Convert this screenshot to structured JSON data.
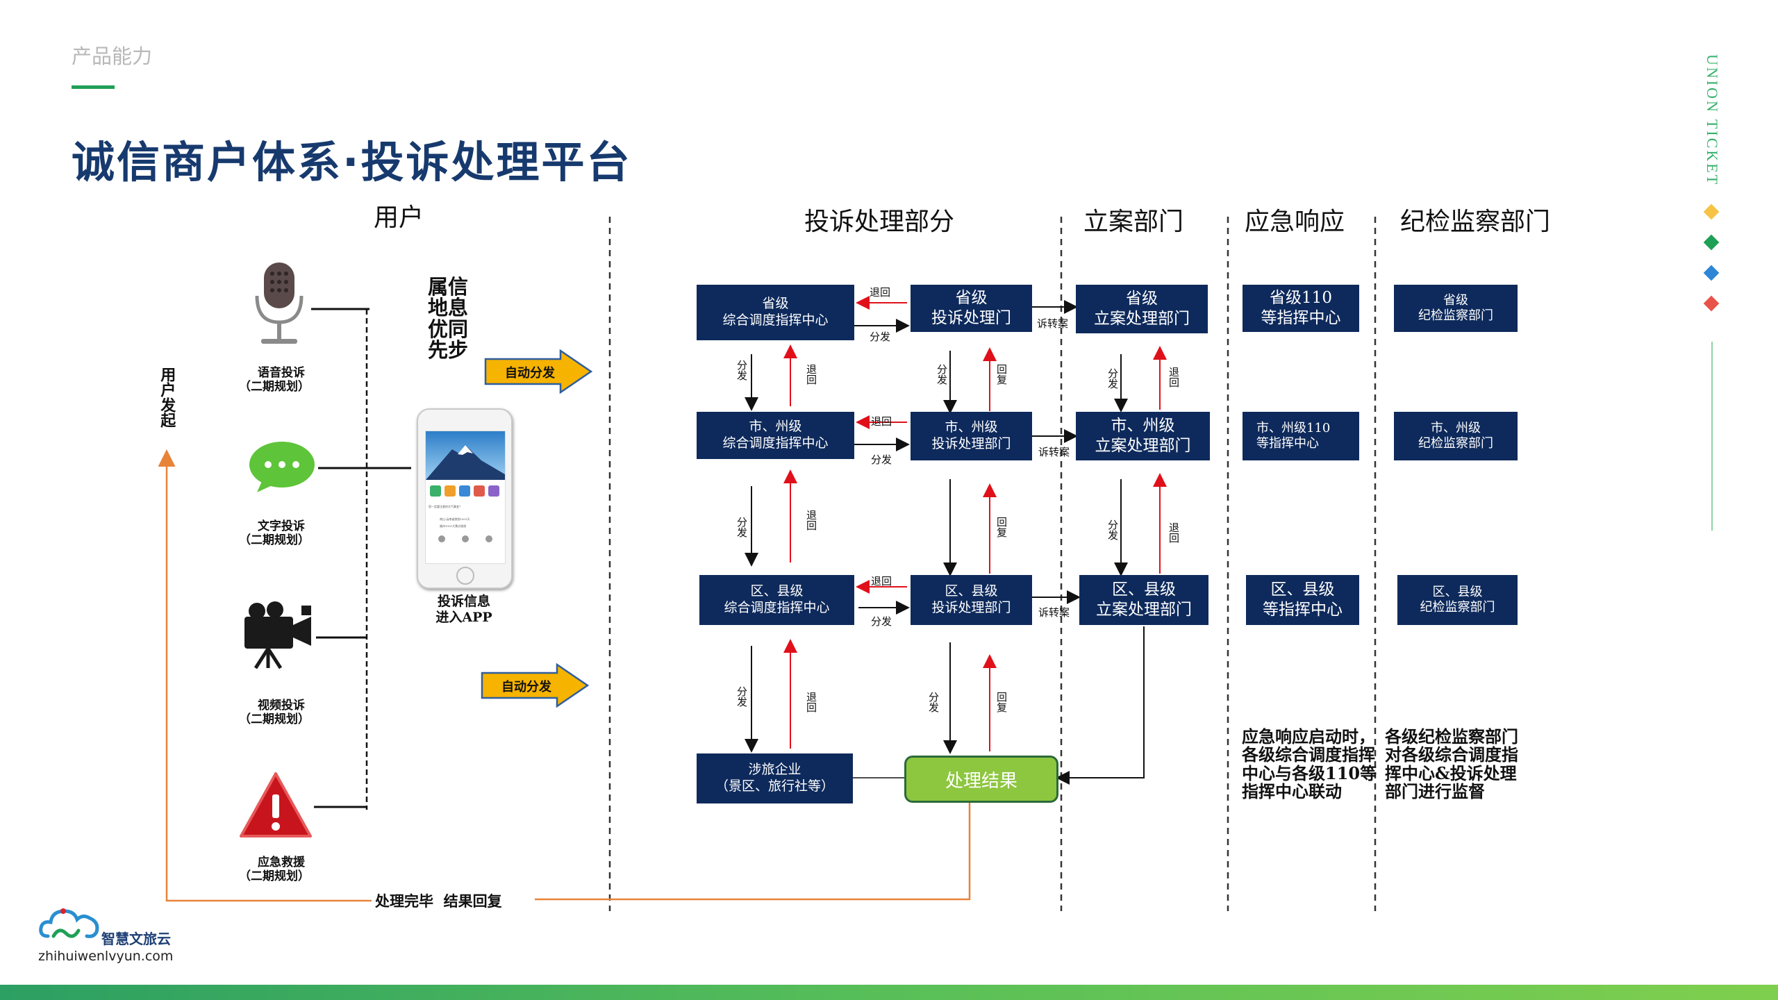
{
  "header": {
    "category": "产品能力",
    "title": "诚信商户体系·投诉处理平台",
    "side_text": "UNION TICKET"
  },
  "colors": {
    "accent": "#1fa057",
    "title": "#173a6e",
    "box": "#0e2a5c",
    "result_green": "#8dc63f",
    "orange_line": "#e8833a",
    "arrow_gold": "#f6b300"
  },
  "sidebar": {
    "diamonds": [
      "#f6c344",
      "#1fa057",
      "#2f86d6",
      "#e8534a"
    ]
  },
  "columns": {
    "user": "用户",
    "complaint": "投诉处理部分",
    "filing": "立案部门",
    "emergency": "应急响应",
    "discipline": "纪检监察部门"
  },
  "user_section": {
    "initiate": "用户发起",
    "benefit_text": [
      "属信",
      "地息",
      "优同",
      "先步"
    ],
    "auto_dispatch_1": "自动分发",
    "auto_dispatch_2": "自动分发",
    "app_caption": [
      "投诉信息",
      "进入APP"
    ],
    "channels": [
      {
        "icon": "microphone-icon",
        "label": "语音投诉",
        "sub": "（二期规划）"
      },
      {
        "icon": "chat-icon",
        "label": "文字投诉",
        "sub": "（二期规划）"
      },
      {
        "icon": "video-camera-icon",
        "label": "视频投诉",
        "sub": "（二期规划）"
      },
      {
        "icon": "warning-icon",
        "label": "应急救援",
        "sub": "（二期规划）"
      }
    ],
    "result_reply": "处理完毕  结果回复"
  },
  "boxes": {
    "prov_dispatch": [
      "省级",
      "综合调度指挥中心"
    ],
    "prov_complaint": [
      "省级",
      "投诉处理门"
    ],
    "prov_filing": [
      "省级",
      "立案处理部门"
    ],
    "prov_110": [
      "省级110",
      "等指挥中心"
    ],
    "prov_discipline": [
      "省级",
      "纪检监察部门"
    ],
    "city_dispatch": [
      "市、州级",
      "综合调度指挥中心"
    ],
    "city_complaint": [
      "市、州级",
      "投诉处理部门"
    ],
    "city_filing": [
      "市、州级",
      "立案处理部门"
    ],
    "city_110": [
      "市、州级110",
      "等指挥中心"
    ],
    "city_discipline": [
      "市、州级",
      "纪检监察部门"
    ],
    "county_dispatch": [
      "区、县级",
      "综合调度指挥中心"
    ],
    "county_complaint": [
      "区、县级",
      "投诉处理部门"
    ],
    "county_filing": [
      "区、县级",
      "立案处理部门"
    ],
    "county_110": [
      "区、县级",
      "等指挥中心"
    ],
    "county_discipline": [
      "区、县级",
      "纪检监察部门"
    ],
    "enterprise": [
      "涉旅企业",
      "（景区、旅行社等）"
    ],
    "result": "处理结果"
  },
  "labels": {
    "return": "退回",
    "dispatch": "分发",
    "transfer": "诉转案",
    "reply": "回复"
  },
  "notes": {
    "emergency": [
      "应急响应启动时，",
      "各级综合调度指挥",
      "中心与各级110等",
      "指挥中心联动"
    ],
    "discipline": [
      "各级纪检监察部门",
      "对各级综合调度指",
      "挥中心&投诉处理",
      "部门进行监督"
    ]
  },
  "phone_screen": {
    "line1": "您一定要注意的天气事宜？",
    "line2": "南山·云南省旅游1001天",
    "line3": "福州1001大景点旅游"
  },
  "footer": {
    "brand": "智慧文旅云",
    "url": "zhihuiwenlvyun.com"
  }
}
